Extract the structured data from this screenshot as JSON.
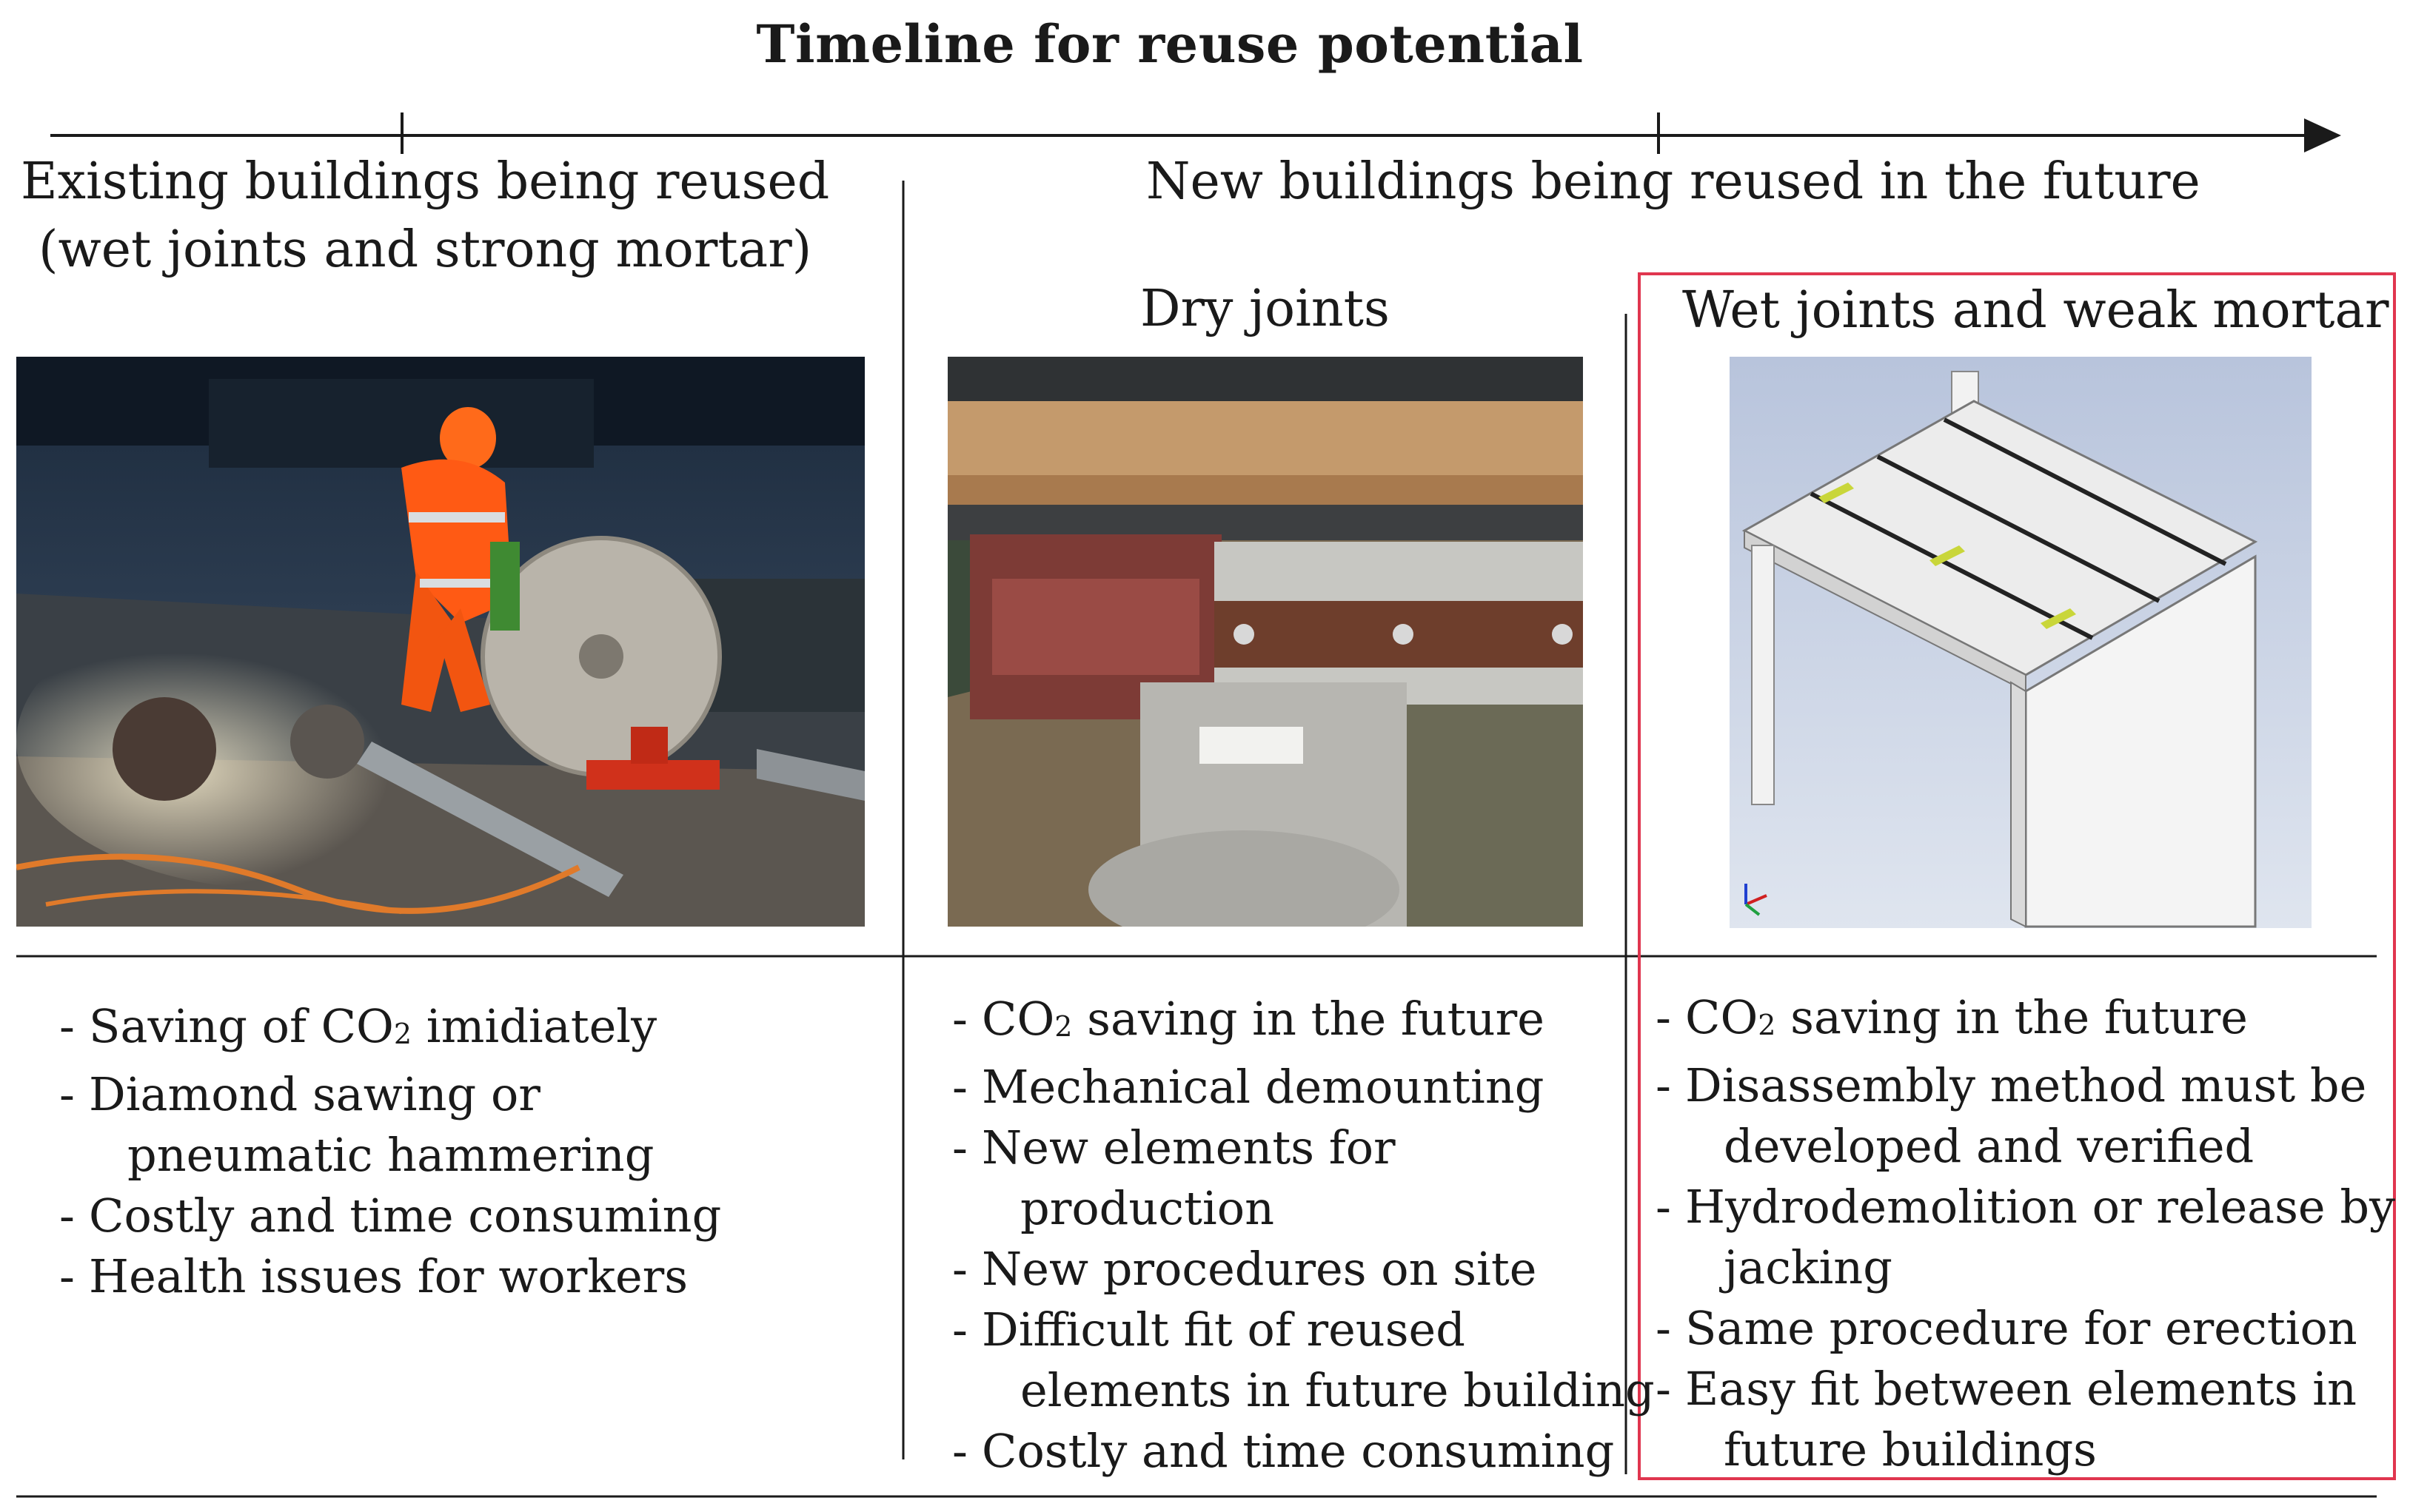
{
  "title": "Timeline for reuse potential",
  "colors": {
    "frame_highlight": "#e0364f",
    "line": "#1a1a1a",
    "render_background": "#c9d3e6"
  },
  "columns": [
    {
      "heading_lines": [
        "Existing buildings being reused",
        "(wet joints and strong mortar)"
      ],
      "bullets": [
        "Saving of CO₂ imidiately",
        "Diamond sawing or",
        "pneumatic hammering",
        "Costly and time consuming",
        "Health issues for workers"
      ]
    },
    {
      "heading": "New buildings being reused in the future",
      "subcolumns": [
        {
          "heading": "Dry joints",
          "bullets": [
            "CO₂ saving in the future",
            "Mechanical demounting",
            "New elements for",
            "production",
            "New procedures on site",
            "Difficult fit of reused",
            "elements in future building",
            "Costly and time consuming"
          ]
        },
        {
          "heading": "Wet joints and weak mortar",
          "bullets": [
            "CO₂ saving in the future",
            "Disassembly method must be",
            "developed and verified",
            "Hydrodemolition or release by",
            "jacking",
            "Same procedure for erection",
            "Easy fit between elements in",
            "future buildings"
          ]
        }
      ]
    }
  ],
  "icons": {
    "timeline_arrow": "arrow-right-icon",
    "axis_triad": "xyz-axis-icon"
  }
}
